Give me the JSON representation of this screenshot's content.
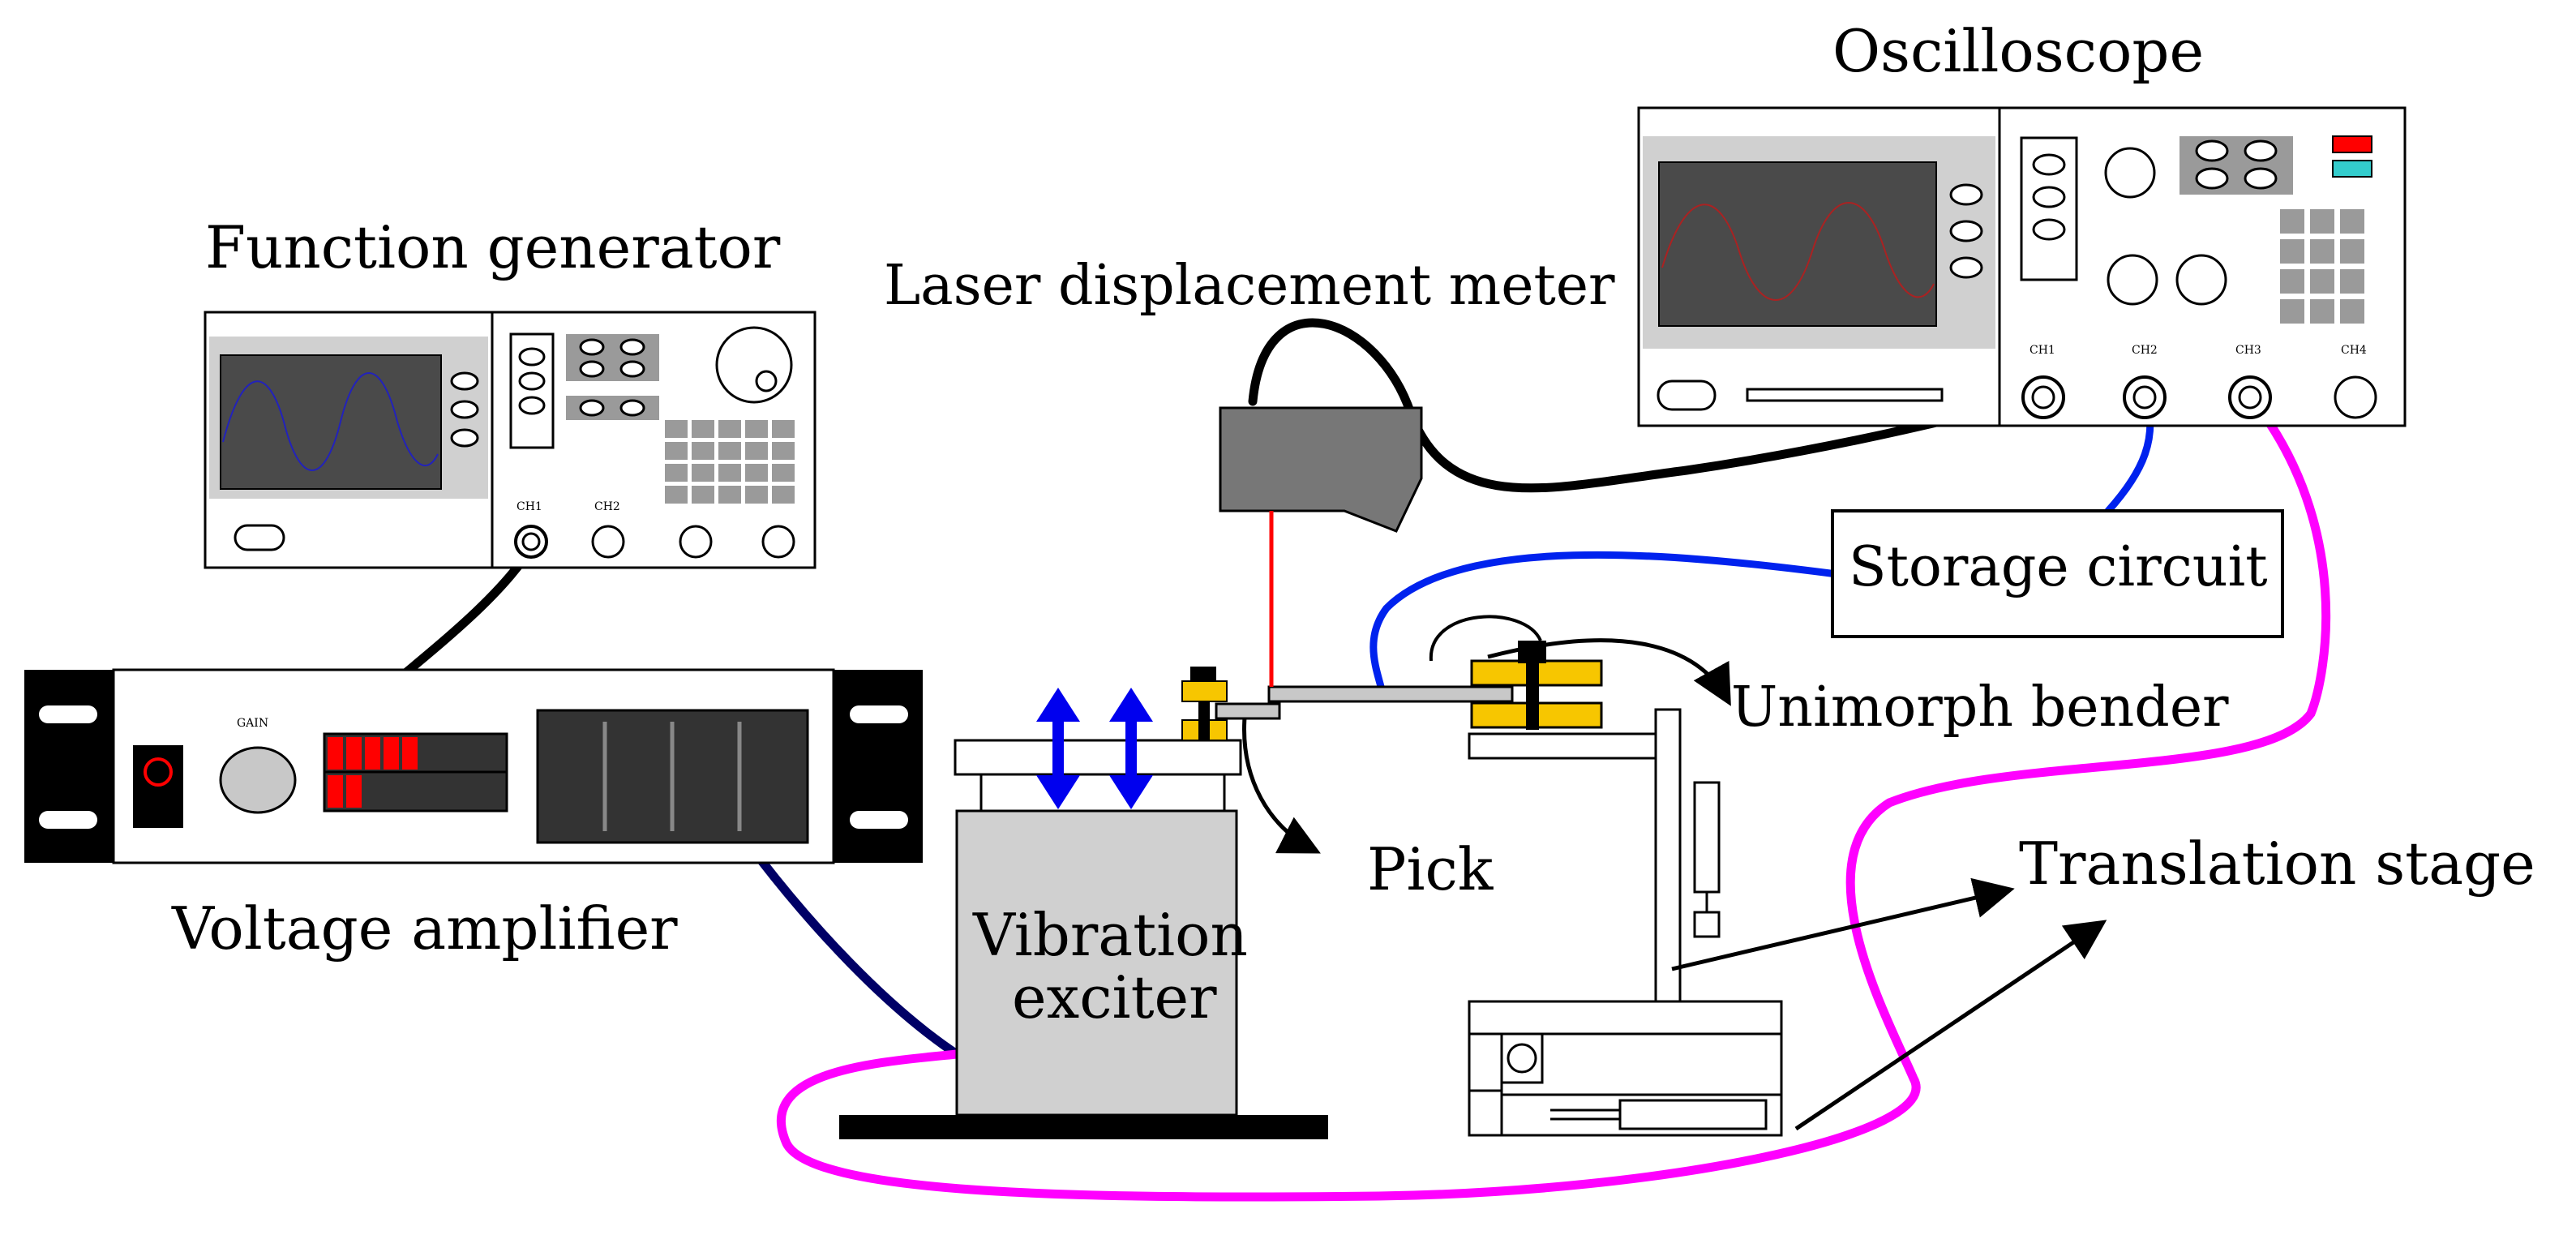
{
  "labels": {
    "oscilloscope": "Oscilloscope",
    "function_generator": "Function generator",
    "laser_meter": "Laser displacement meter",
    "storage_circuit": "Storage circuit",
    "unimorph_bender": "Unimorph bender",
    "pick": "Pick",
    "translation_stage": "Translation stage",
    "voltage_amplifier": "Voltage amplifier",
    "vibration_line1": "Vibration",
    "vibration_line2": "exciter"
  },
  "oscilloscope": {
    "channels": [
      "CH1",
      "CH2",
      "CH3",
      "CH4"
    ]
  },
  "function_generator": {
    "channels": [
      "CH1",
      "CH2"
    ]
  },
  "voltage_amplifier": {
    "gain_label": "GAIN"
  },
  "colors": {
    "screen": "#4a4a4a",
    "panel_gray": "#d0d0d0",
    "key_gray": "#9a9a9a",
    "led_red": "#ff0000",
    "indicator_cyan": "#33cccc",
    "clamp_yellow": "#f7c600",
    "cable_black": "#000000",
    "cable_blue": "#0022ee",
    "cable_navy": "#000066",
    "cable_magenta": "#ff00ff",
    "laser_beam": "#ff0000",
    "arrow_blue": "#0000ee"
  }
}
